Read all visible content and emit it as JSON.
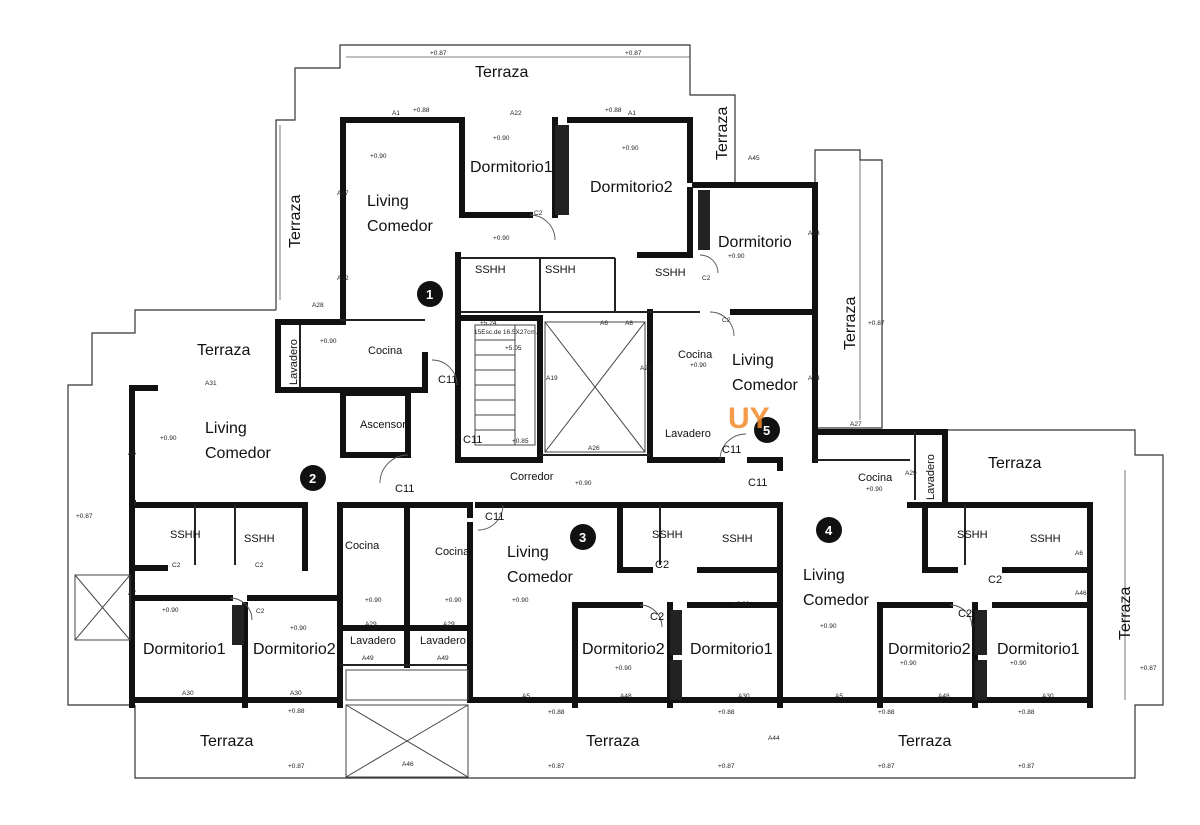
{
  "rooms": {
    "terraza_top": "Terraza",
    "terraza_left_vert": "Terraza",
    "terraza_right_vert1": "Terraza",
    "terraza_right_vert2": "Terraza",
    "terraza_far_right": "Terraza",
    "terraza_left": "Terraza",
    "terraza_right": "Terraza",
    "terraza_bottom_left": "Terraza",
    "terraza_bottom_mid": "Terraza",
    "terraza_bottom_right": "Terraza",
    "living1_a": "Living",
    "living1_b": "Comedor",
    "dormitorio1_u1": "Dormitorio1",
    "dormitorio2_u1": "Dormitorio2",
    "cocina_u1": "Cocina",
    "lavadero_u1": "Lavadero",
    "ssh_a": "SSHH",
    "ssh_b": "SSHH",
    "ssh_c": "SSHH",
    "dormitorio_u5": "Dormitorio",
    "living5_a": "Living",
    "living5_b": "Comedor",
    "cocina_u5": "Cocina",
    "lavadero_u5": "Lavadero",
    "ascensor": "Ascensor",
    "corredor": "Corredor",
    "living2_a": "Living",
    "living2_b": "Comedor",
    "ssh_u2a": "SSHH",
    "ssh_u2b": "SSHH",
    "dormitorio1_u2": "Dormitorio1",
    "dormitorio2_u2": "Dormitorio2",
    "cocina_u2": "Cocina",
    "cocina_u3b": "Cocina",
    "lavadero_u2": "Lavadero",
    "lavadero_u3": "Lavadero",
    "living3_a": "Living",
    "living3_b": "Comedor",
    "ssh_u3a": "SSHH",
    "ssh_u3b": "SSHH",
    "dormitorio2_u3": "Dormitorio2",
    "dormitorio1_u3": "Dormitorio1",
    "cocina_u4": "Cocina",
    "lavadero_u4": "Lavadero",
    "living4_a": "Living",
    "living4_b": "Comedor",
    "ssh_u4a": "SSHH",
    "ssh_u4b": "SSHH",
    "dormitorio2_u4": "Dormitorio2",
    "dormitorio1_u4": "Dormitorio1"
  },
  "unit_numbers": [
    "1",
    "2",
    "3",
    "4",
    "5"
  ],
  "doors": [
    "C11",
    "C11",
    "C11",
    "C11",
    "C11",
    "C11",
    "C2",
    "C2",
    "C2",
    "C2",
    "C2",
    "C2",
    "C2",
    "C2",
    "C2",
    "C2"
  ],
  "levels": {
    "l087": "+0.87",
    "l088": "+0.88",
    "l090": "+0.90",
    "l085": "+0.85",
    "l524": "+5.24",
    "l505": "+5.05"
  },
  "stair_note": "15Esc.de 16.5X27cm.",
  "axis_labels": [
    "A1",
    "A22",
    "A1",
    "A28",
    "A31",
    "A5",
    "A47",
    "A32",
    "A45",
    "A23",
    "A24",
    "A27",
    "A19",
    "A25",
    "A26",
    "A6",
    "A8",
    "A30",
    "A30",
    "A5",
    "A48",
    "A30",
    "A5",
    "A48",
    "A30",
    "A49",
    "A49",
    "A29",
    "A29",
    "A44",
    "A46",
    "A7",
    "A6",
    "A29",
    "A46"
  ],
  "watermark": "UY",
  "colors": {
    "wall": "#111111",
    "brand": "#f28a2a",
    "background": "#ffffff"
  }
}
